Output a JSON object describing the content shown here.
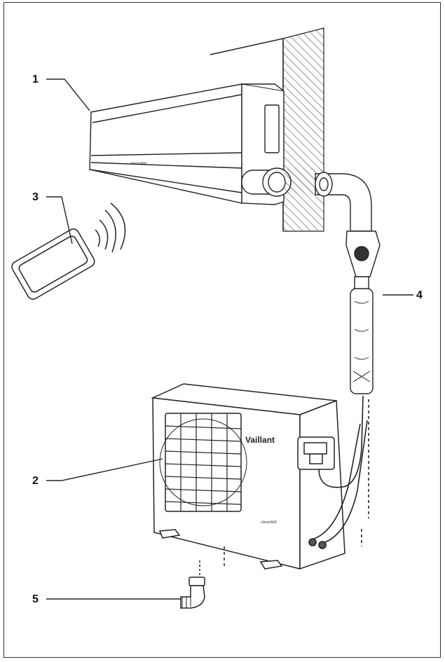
{
  "callouts": {
    "c1": "1",
    "c2": "2",
    "c3": "3",
    "c4": "4",
    "c5": "5"
  },
  "outdoor_unit": {
    "brand": "Vaillant",
    "model_text": "climaVAIR"
  },
  "indoor_unit": {
    "front_text": "climaVAIR"
  },
  "colors": {
    "line": "#222222",
    "wall_hatch": "#555555",
    "background": "#ffffff"
  }
}
